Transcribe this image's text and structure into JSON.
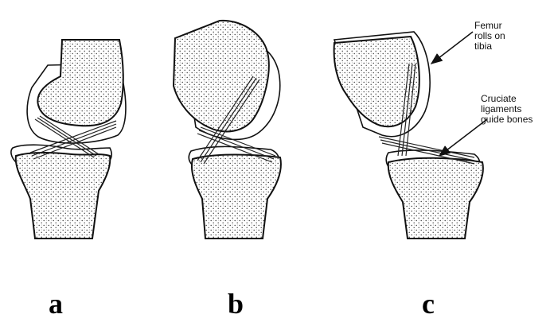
{
  "panels": [
    {
      "label": "a"
    },
    {
      "label": "b"
    },
    {
      "label": "c"
    }
  ],
  "annotations": {
    "femur": "Femur\nrolls on\ntibia",
    "ligaments": "Cruciate\nligaments\nguide bones"
  }
}
